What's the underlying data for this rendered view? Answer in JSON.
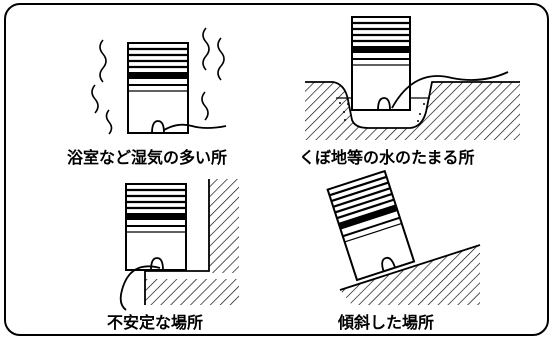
{
  "captions": {
    "bathroom": "浴室など湿気の多い所",
    "hollow": "くぼ地等の水のたまる所",
    "unstable": "不安定な場所",
    "slope": "傾斜した場所"
  }
}
